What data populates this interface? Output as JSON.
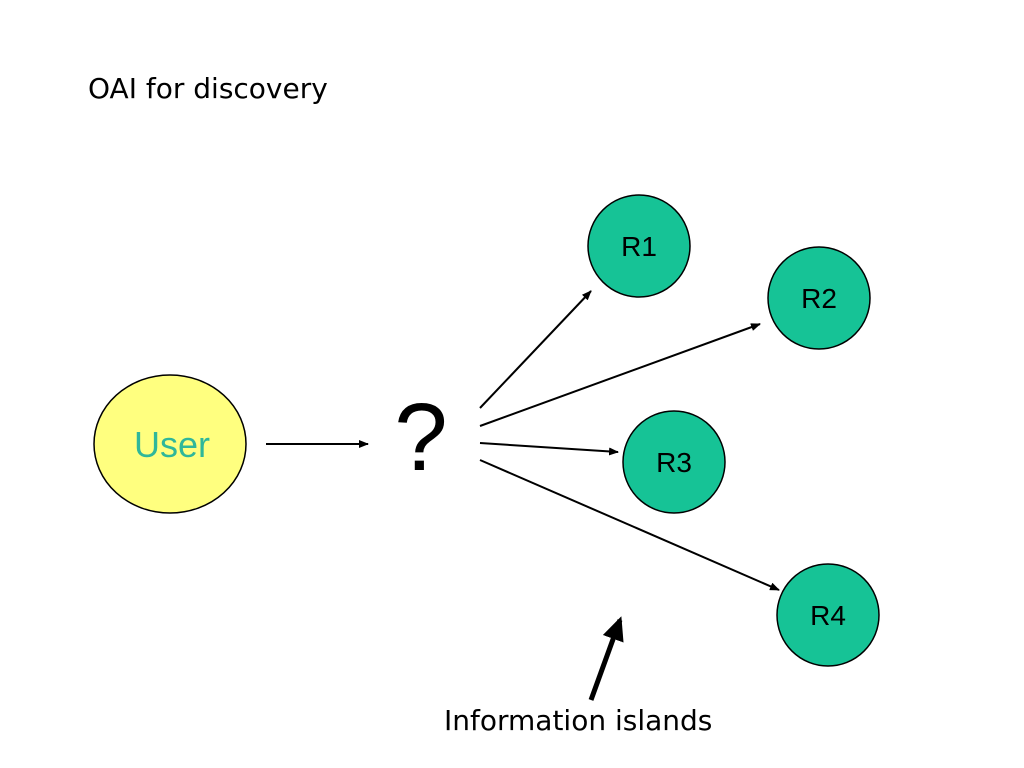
{
  "slide": {
    "title": "OAI for discovery"
  },
  "user_node": {
    "label": "User",
    "fill_color": "#ffff7f",
    "text_color": "#2fb79a"
  },
  "unknown_node": {
    "symbol": "?"
  },
  "repositories": [
    {
      "label": "R1"
    },
    {
      "label": "R2"
    },
    {
      "label": "R3"
    },
    {
      "label": "R4"
    }
  ],
  "repository_fill_color": "#16c396",
  "caption": {
    "text": "Information islands"
  }
}
